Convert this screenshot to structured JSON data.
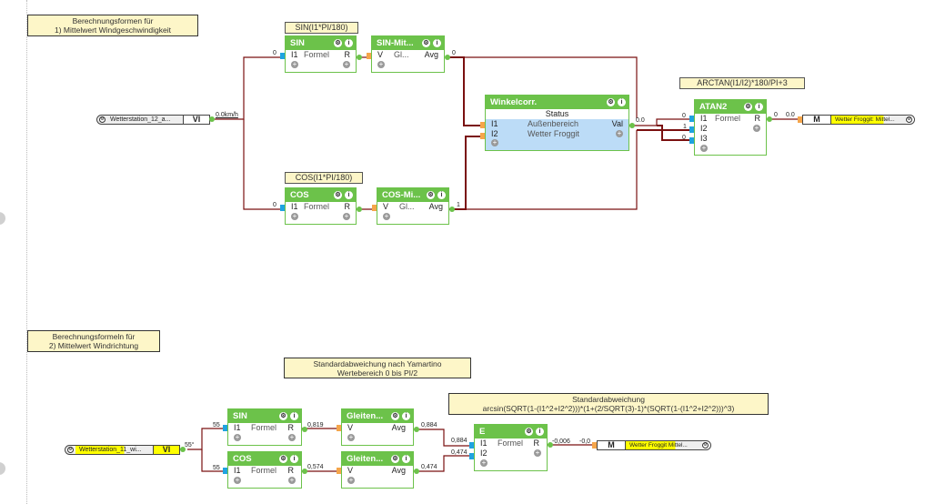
{
  "notes": {
    "n1": {
      "line1": "Berechnungsformen für",
      "line2": "1) Mittelwert Windgeschwindigkeit"
    },
    "n2": {
      "line1": "Berechnungsformeln für",
      "line2": "2) Mittelwert Windrichtung"
    },
    "n3": {
      "line1": "Standardabweichung nach Yamartino",
      "line2": "Wertebereich 0 bis PI/2"
    },
    "n4": {
      "line1": "Standardabweichung",
      "line2": "arcsin(SQRT(1-(I1^2+I2^2)))*(1+(2/SQRT(3)-1)*(SQRT(1-(I1^2+I2^2)))^3)"
    }
  },
  "labels": {
    "sin_formula": "SIN(I1*PI/180)",
    "cos_formula": "COS(I1*PI/180)",
    "atan_formula": "ARCTAN(I1/I2)*180/PI+3"
  },
  "icons": {
    "gear": "⚙",
    "info": "i",
    "plus": "+"
  },
  "top": {
    "input": {
      "name": "Wetterstation_12_a...",
      "tag": "VI",
      "value": "0.0km/h"
    },
    "sin": {
      "title": "SIN",
      "in": "I1",
      "mid": "Formel",
      "out": "R",
      "in_val": "0"
    },
    "sin_avg": {
      "title": "SIN-Mit...",
      "in": "V",
      "mid": "Gl...",
      "out": "Avg",
      "out_val": "0"
    },
    "cos": {
      "title": "COS",
      "in": "I1",
      "mid": "Formel",
      "out": "R",
      "in_val": "0"
    },
    "cos_avg": {
      "title": "COS-Mi...",
      "in": "V",
      "mid": "Gl...",
      "out": "Avg",
      "out_val": "1"
    },
    "winkel": {
      "title": "Winkelcorr.",
      "status": "Status",
      "i1": "I1",
      "i1_label": "Außenbereich",
      "i2": "I2",
      "i2_label": "Wetter Froggit",
      "out": "Val",
      "out_val": "0.0"
    },
    "atan": {
      "title": "ATAN2",
      "i1": "I1",
      "mid": "Formel",
      "out": "R",
      "i2": "I2",
      "i3": "I3",
      "i1_val": "0",
      "i2_val": "1",
      "i3_val": "0",
      "out_val": "0",
      "link_val": "0.0"
    },
    "output": {
      "tag": "M",
      "name": "Wetter Froggit: Mittel..."
    }
  },
  "bottom": {
    "input": {
      "name": "Wetterstation_11_wi...",
      "tag": "VI",
      "value": "55°"
    },
    "sin": {
      "title": "SIN",
      "in": "I1",
      "mid": "Formel",
      "out": "R",
      "in_val": "55",
      "out_val": "0,819"
    },
    "sin_avg": {
      "title": "Gleiten...",
      "in": "V",
      "out": "Avg",
      "out_val": "0,884"
    },
    "cos": {
      "title": "COS",
      "in": "I1",
      "mid": "Formel",
      "out": "R",
      "in_val": "55",
      "out_val": "0,574"
    },
    "cos_avg": {
      "title": "Gleiten...",
      "in": "V",
      "out": "Avg",
      "out_val": "0,474"
    },
    "e": {
      "title": "E",
      "i1": "I1",
      "mid": "Formel",
      "out": "R",
      "i2": "I2",
      "i1_val": "0,884",
      "i2_val": "0,474",
      "out_val": "-0,006",
      "link_val": "-0,0"
    },
    "output": {
      "tag": "M",
      "name": "Wetter Froggit Mittel..."
    }
  }
}
